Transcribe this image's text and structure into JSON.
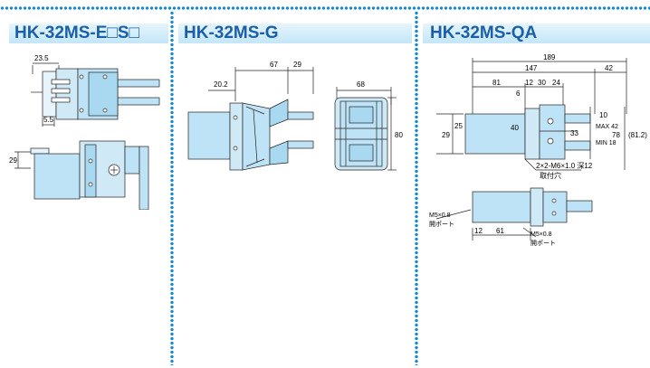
{
  "colors": {
    "title": "#1a5fa8",
    "dots": "#1a8ad0",
    "part_fill": "#bfe3f6",
    "part_dark": "#6fb4dc",
    "line": "#222222"
  },
  "panels": [
    {
      "title": "HK-32MS-E□S□",
      "dims": {
        "top_width": "23.5",
        "bottom_width": "5.5",
        "height": "29"
      }
    },
    {
      "title": "HK-32MS-G",
      "dims": {
        "length": "67",
        "finger": "29",
        "body": "20.2",
        "width": "68",
        "height": "80"
      }
    },
    {
      "title": "HK-32MS-QA",
      "dims": {
        "overall": "189",
        "body": "147",
        "tip": "42",
        "d81": "81",
        "d12": "12",
        "d30": "30",
        "d24": "24",
        "d6": "6",
        "d29": "29",
        "d25": "25",
        "d40": "40",
        "d33": "33",
        "d10": "10",
        "d78": "78",
        "d81_2": "(81.2)",
        "max42": "MAX 42",
        "min18": "MIN 18",
        "note_m6_line1": "2×2-M6×1.0 深12",
        "note_m6_line2": "取付穴",
        "note_port_left_1": "M5×0.8",
        "note_port_left_2": "開ポート",
        "note_port_right_1": "M5×0.8",
        "note_port_right_2": "開ポート",
        "d12b": "12",
        "d61": "61"
      }
    }
  ]
}
